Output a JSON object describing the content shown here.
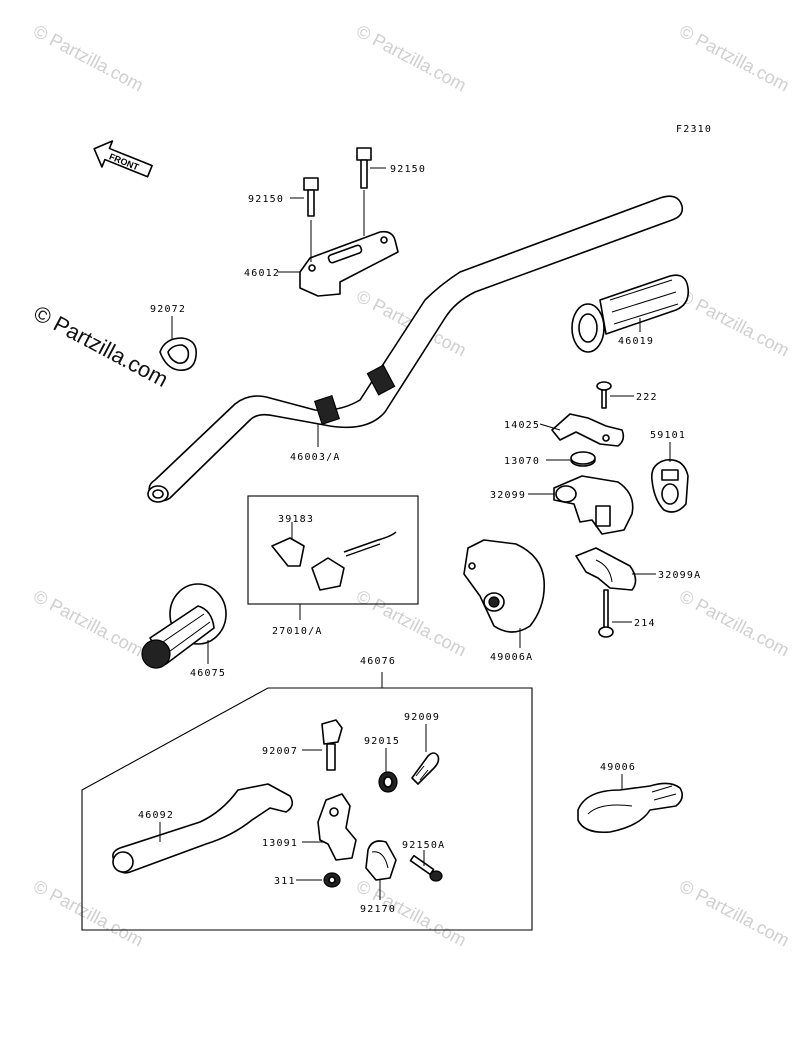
{
  "diagram_code": "F2310",
  "front_label": "FRONT",
  "watermark": "© Partzilla.com",
  "parts": {
    "p92150_left": "92150",
    "p92150_right": "92150",
    "p46012": "46012",
    "p92072": "92072",
    "p46003": "46003/A",
    "p46019": "46019",
    "p222": "222",
    "p14025": "14025",
    "p59101": "59101",
    "p13070": "13070",
    "p32099": "32099",
    "p39183": "39183",
    "p27010": "27010/A",
    "p32099a": "32099A",
    "p49006a": "49006A",
    "p214": "214",
    "p46075": "46075",
    "p46076": "46076",
    "p92009": "92009",
    "p92007": "92007",
    "p92015": "92015",
    "p49006": "49006",
    "p46092": "46092",
    "p13091": "13091",
    "p92150a": "92150A",
    "p311": "311",
    "p92170": "92170"
  },
  "colors": {
    "ink": "#000000",
    "watermark": "#cfcfcf",
    "background": "#ffffff"
  }
}
